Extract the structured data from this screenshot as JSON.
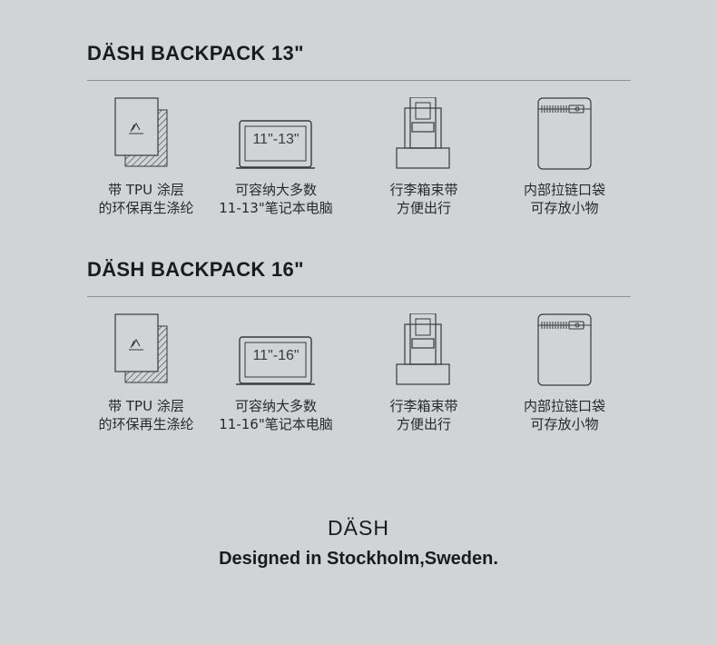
{
  "sections": [
    {
      "title": "DÄSH BACKPACK 13\"",
      "features": [
        {
          "icon": "recycle-sheet-icon",
          "lines": [
            "带 TPU 涂层",
            "的环保再生涤纶"
          ]
        },
        {
          "icon": "laptop-icon",
          "screen_label": "11\"-13\"",
          "lines": [
            "可容纳大多数",
            "11-13\"笔记本电脑"
          ]
        },
        {
          "icon": "luggage-strap-icon",
          "lines": [
            "行李箱束带",
            "方便出行"
          ]
        },
        {
          "icon": "zipper-pocket-icon",
          "lines": [
            "内部拉链口袋",
            "可存放小物"
          ]
        }
      ]
    },
    {
      "title": "DÄSH BACKPACK 16\"",
      "features": [
        {
          "icon": "recycle-sheet-icon",
          "lines": [
            "带 TPU 涂层",
            "的环保再生涤纶"
          ]
        },
        {
          "icon": "laptop-icon",
          "screen_label": "11\"-16\"",
          "lines": [
            "可容纳大多数",
            "11-16\"笔记本电脑"
          ]
        },
        {
          "icon": "luggage-strap-icon",
          "lines": [
            "行李箱束带",
            "方便出行"
          ]
        },
        {
          "icon": "zipper-pocket-icon",
          "lines": [
            "内部拉链口袋",
            "可存放小物"
          ]
        }
      ]
    }
  ],
  "brand": "DÄSH",
  "tagline": "Designed in Stockholm,Sweden.",
  "colors": {
    "background": "#d2d3d5",
    "text": "#1b1b1b",
    "rule": "#8f9092",
    "icon_stroke": "#3a3a3a"
  }
}
